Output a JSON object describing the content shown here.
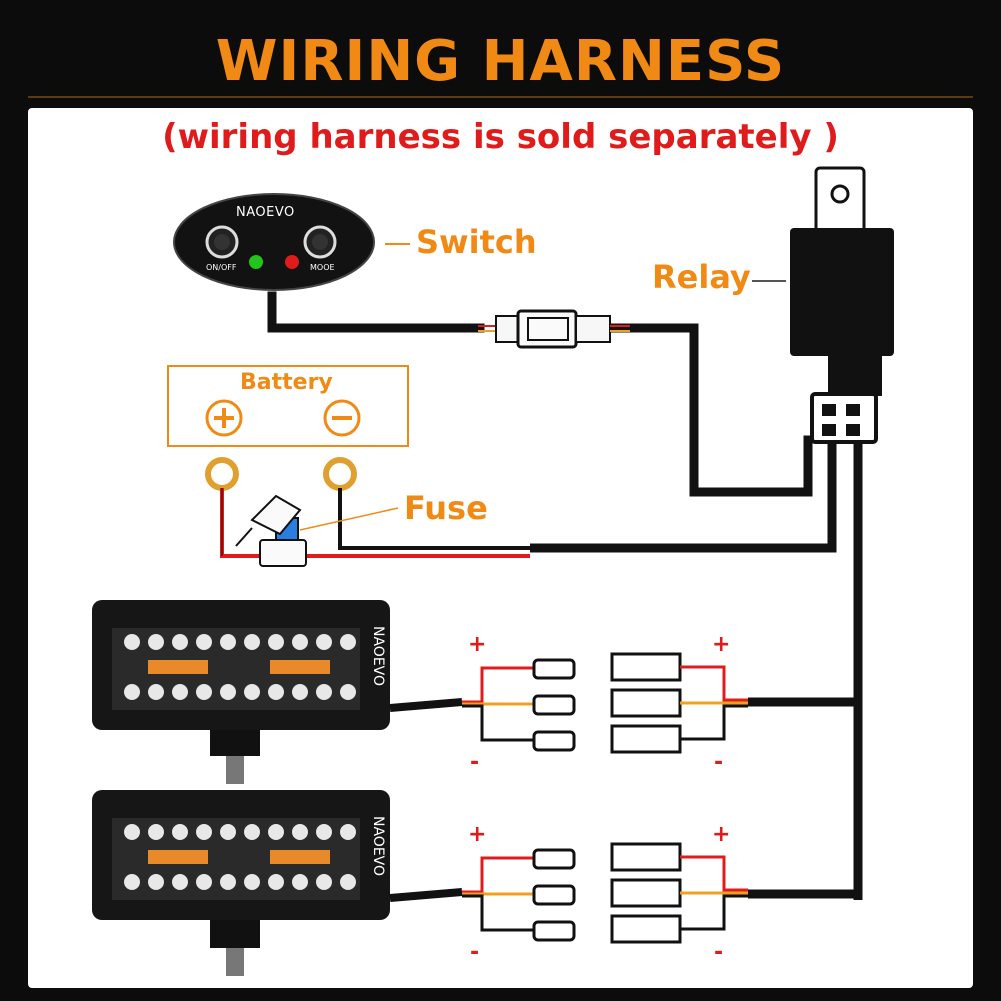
{
  "header": {
    "title": "WIRING HARNESS RECOMMEND",
    "subtitle": "(wiring harness is sold separately )"
  },
  "labels": {
    "switch": "Switch",
    "relay": "Relay",
    "fuse": "Fuse",
    "battery": "Battery"
  },
  "switch_panel": {
    "brand": "NAOEVO",
    "left_button": "ON/OFF",
    "right_button": "MOOE",
    "indicator_left_color": "#22c41e",
    "indicator_right_color": "#e01b1b"
  },
  "light_bars": [
    {
      "brand": "NAOEVO"
    },
    {
      "brand": "NAOEVO"
    }
  ],
  "terminals": {
    "positive": "+",
    "negative": "-"
  },
  "colors": {
    "title": "#f08a14",
    "subtitle": "#e01b1b",
    "positive_wire": "#e01b1b",
    "signal_wire": "#f0a020",
    "ground_wire": "#111111"
  }
}
